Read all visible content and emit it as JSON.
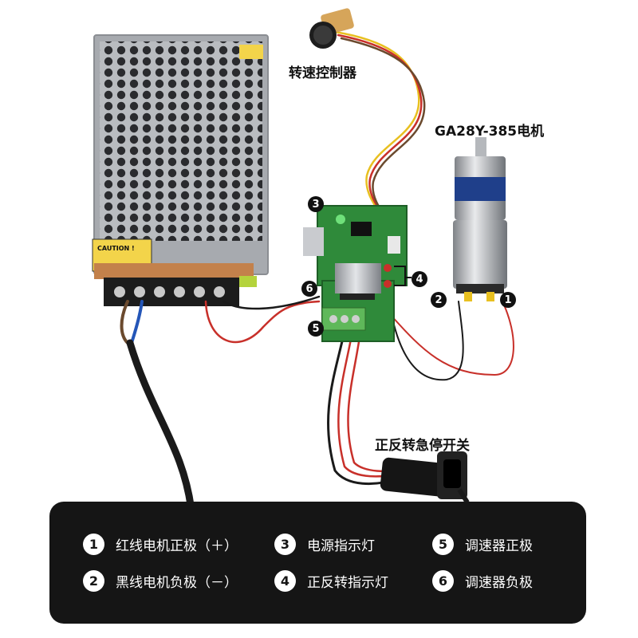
{
  "labels": {
    "speed_controller": "转速控制器",
    "motor": "GA28Y-385电机",
    "switch": "正反转急停开关",
    "psu_caution": "CAUTION !"
  },
  "badges": [
    "1",
    "2",
    "3",
    "4",
    "5",
    "6"
  ],
  "legend": [
    {
      "num": "1",
      "text": "红线电机正极（＋）"
    },
    {
      "num": "3",
      "text": "电源指示灯"
    },
    {
      "num": "5",
      "text": "调速器正极"
    },
    {
      "num": "2",
      "text": "黑线电机负极（－）"
    },
    {
      "num": "4",
      "text": "正反转指示灯"
    },
    {
      "num": "6",
      "text": "调速器负极"
    }
  ],
  "colors": {
    "legend_bg": "#151515",
    "pcb_green": "#2f8a3a",
    "wire_red": "#c8302a",
    "wire_black": "#1a1a1a",
    "wire_blue": "#2456b8",
    "wire_brown": "#6b4a2e",
    "wire_yellow": "#e8c020"
  }
}
